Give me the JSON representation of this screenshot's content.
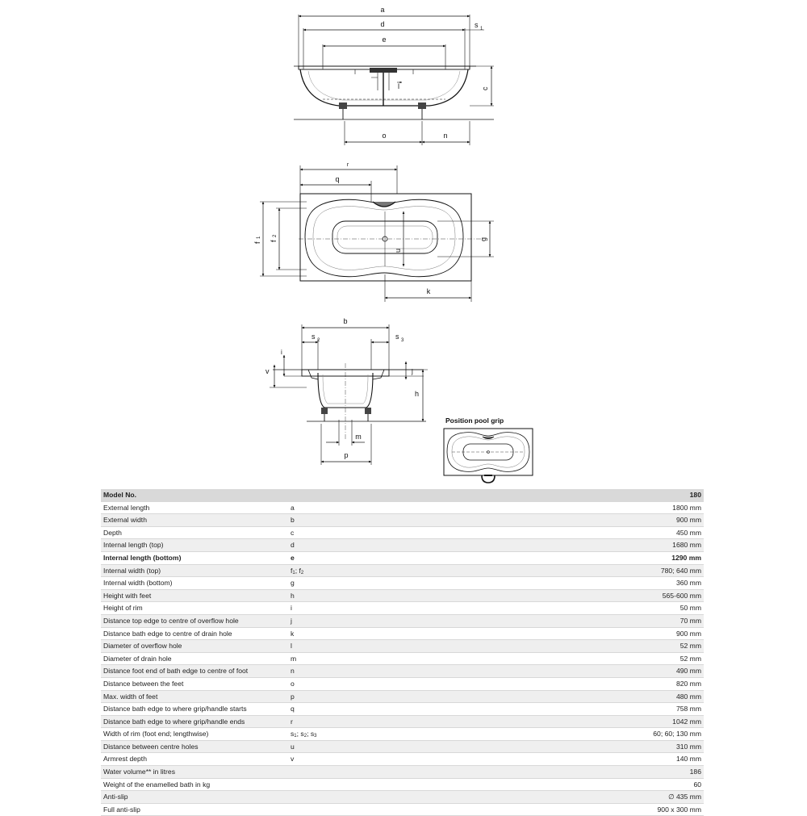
{
  "drawings": {
    "top": {
      "labels": {
        "a": "a",
        "d": "d",
        "e": "e",
        "s1": "s",
        "s1_sub": "1",
        "c": "c",
        "l": "l",
        "o": "o",
        "n": "n"
      }
    },
    "plan": {
      "labels": {
        "r": "r",
        "q": "q",
        "f1": "f",
        "f1_sub": "1",
        "f2": "f",
        "f2_sub": "2",
        "g": "g",
        "u": "u",
        "k": "k"
      }
    },
    "section": {
      "labels": {
        "b": "b",
        "s2": "s",
        "s2_sub": "2",
        "s3": "s",
        "s3_sub": "3",
        "i": "i",
        "j": "j",
        "v": "v",
        "h": "h",
        "m": "m",
        "p": "p"
      }
    },
    "pool_grip_title": "Position pool grip"
  },
  "table": {
    "header": {
      "label": "Model No.",
      "value": "180"
    },
    "rows": [
      {
        "label": "External length",
        "sym": "a",
        "value": "1800 mm"
      },
      {
        "label": "External width",
        "sym": "b",
        "value": "900 mm"
      },
      {
        "label": "Depth",
        "sym": "c",
        "value": "450 mm"
      },
      {
        "label": "Internal length (top)",
        "sym": "d",
        "value": "1680 mm"
      },
      {
        "label": "Internal length (bottom)",
        "sym": "e",
        "value": "1290 mm",
        "bold": true
      },
      {
        "label": "Internal width (top)",
        "sym": "f1; f2",
        "value": "780; 640 mm"
      },
      {
        "label": "Internal width (bottom)",
        "sym": "g",
        "value": "360 mm"
      },
      {
        "label": "Height with feet",
        "sym": "h",
        "value": "565-600 mm"
      },
      {
        "label": "Height of rim",
        "sym": "i",
        "value": "50 mm"
      },
      {
        "label": "Distance top edge to centre of overflow hole",
        "sym": "j",
        "value": "70 mm"
      },
      {
        "label": "Distance bath edge to centre of drain hole",
        "sym": "k",
        "value": "900 mm"
      },
      {
        "label": "Diameter of overflow hole",
        "sym": "l",
        "value": "52 mm"
      },
      {
        "label": "Diameter of drain hole",
        "sym": "m",
        "value": "52 mm"
      },
      {
        "label": "Distance foot end of bath edge to centre of foot",
        "sym": "n",
        "value": "490 mm"
      },
      {
        "label": "Distance between the feet",
        "sym": "o",
        "value": "820 mm"
      },
      {
        "label": "Max. width of feet",
        "sym": "p",
        "value": "480 mm"
      },
      {
        "label": "Distance bath edge to where grip/handle starts",
        "sym": "q",
        "value": "758 mm"
      },
      {
        "label": "Distance bath edge to where grip/handle ends",
        "sym": "r",
        "value": "1042 mm"
      },
      {
        "label": "Width of rim (foot end; lengthwise)",
        "sym": "s1; s2; s3",
        "value": "60; 60; 130 mm"
      },
      {
        "label": "Distance between centre holes",
        "sym": "u",
        "value": "310 mm"
      },
      {
        "label": "Armrest depth",
        "sym": "v",
        "value": "140 mm"
      },
      {
        "label": "Water volume** in litres",
        "sym": "",
        "value": "186"
      },
      {
        "label": "Weight of the enamelled bath in kg",
        "sym": "",
        "value": "60"
      },
      {
        "label": "Anti-slip",
        "sym": "",
        "value": "∅ 435 mm"
      },
      {
        "label": "Full anti-slip",
        "sym": "",
        "value": "900 x 300 mm"
      }
    ]
  }
}
